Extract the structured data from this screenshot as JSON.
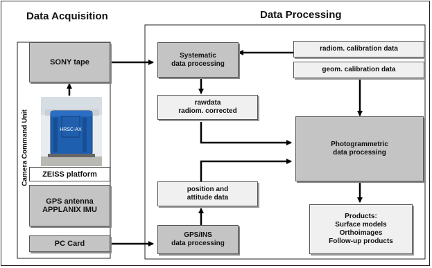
{
  "headings": {
    "acquisition": "Data Acquisition",
    "processing": "Data Processing"
  },
  "camera_unit_label": "Camera Command Unit",
  "acquisition_nodes": {
    "sony_tape": "SONY tape",
    "zeiss_platform": "ZEISS platform",
    "gps_imu": "GPS antenna\nAPPLANIX IMU",
    "pc_card": "PC Card"
  },
  "camera_photo": {
    "label": "HRSC-AX"
  },
  "processing_nodes": {
    "systematic": "Systematic\ndata processing",
    "raw_data": "rawdata\nradiom. corrected",
    "radiom_calibration": "radiom. calibration data",
    "geom_calibration": "geom. calibration data",
    "photogrammetric": "Photogrammetric\ndata processing",
    "position_attitude": "position and\nattitude data",
    "gps_ins": "GPS/INS\ndata processing",
    "products": "Products:\nSurface models\nOrthoimages\nFollow-up products"
  },
  "colors": {
    "process_fill": "#c4c4c4",
    "data_fill": "#f0f0f0",
    "arrow": "#000000",
    "camera_body": "#1f5fb0"
  }
}
